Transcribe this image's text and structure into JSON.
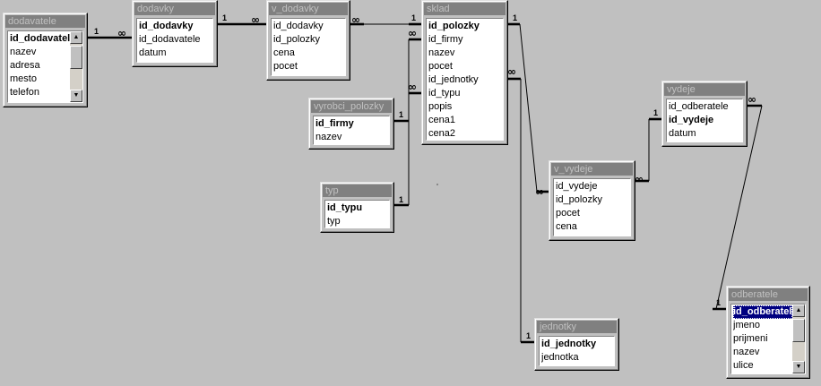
{
  "tables": {
    "dodavatele": {
      "title": "dodavatele",
      "fields": [
        "id_dodavatele",
        "nazev",
        "adresa",
        "mesto",
        "telefon"
      ],
      "pk": [
        0
      ]
    },
    "dodavky": {
      "title": "dodavky",
      "fields": [
        "id_dodavky",
        "id_dodavatele",
        "datum"
      ],
      "pk": [
        0
      ]
    },
    "v_dodavky": {
      "title": "v_dodavky",
      "fields": [
        "id_dodavky",
        "id_polozky",
        "cena",
        "pocet"
      ],
      "pk": []
    },
    "sklad": {
      "title": "sklad",
      "fields": [
        "id_polozky",
        "id_firmy",
        "nazev",
        "pocet",
        "id_jednotky",
        "id_typu",
        "popis",
        "cena1",
        "cena2"
      ],
      "pk": [
        0
      ]
    },
    "vyrobci_polozky": {
      "title": "vyrobci_polozky",
      "fields": [
        "id_firmy",
        "nazev"
      ],
      "pk": [
        0
      ]
    },
    "typ": {
      "title": "typ",
      "fields": [
        "id_typu",
        "typ"
      ],
      "pk": [
        0
      ]
    },
    "vydeje": {
      "title": "vydeje",
      "fields": [
        "id_odberatele",
        "id_vydeje",
        "datum"
      ],
      "pk": [
        1
      ]
    },
    "v_vydeje": {
      "title": "v_vydeje",
      "fields": [
        "id_vydeje",
        "id_polozky",
        "pocet",
        "cena"
      ],
      "pk": []
    },
    "jednotky": {
      "title": "jednotky",
      "fields": [
        "id_jednotky",
        "jednotka"
      ],
      "pk": [
        0
      ]
    },
    "odberatele": {
      "title": "odberatele",
      "fields": [
        "id_odberatele",
        "jmeno",
        "prijmeni",
        "nazev",
        "ulice"
      ],
      "pk": [
        0
      ],
      "selected": 0
    }
  },
  "cardinality": {
    "one": "1",
    "many": "∞"
  },
  "icons": {
    "scroll_up": "scroll-up-arrow-icon",
    "scroll_down": "scroll-down-arrow-icon"
  }
}
